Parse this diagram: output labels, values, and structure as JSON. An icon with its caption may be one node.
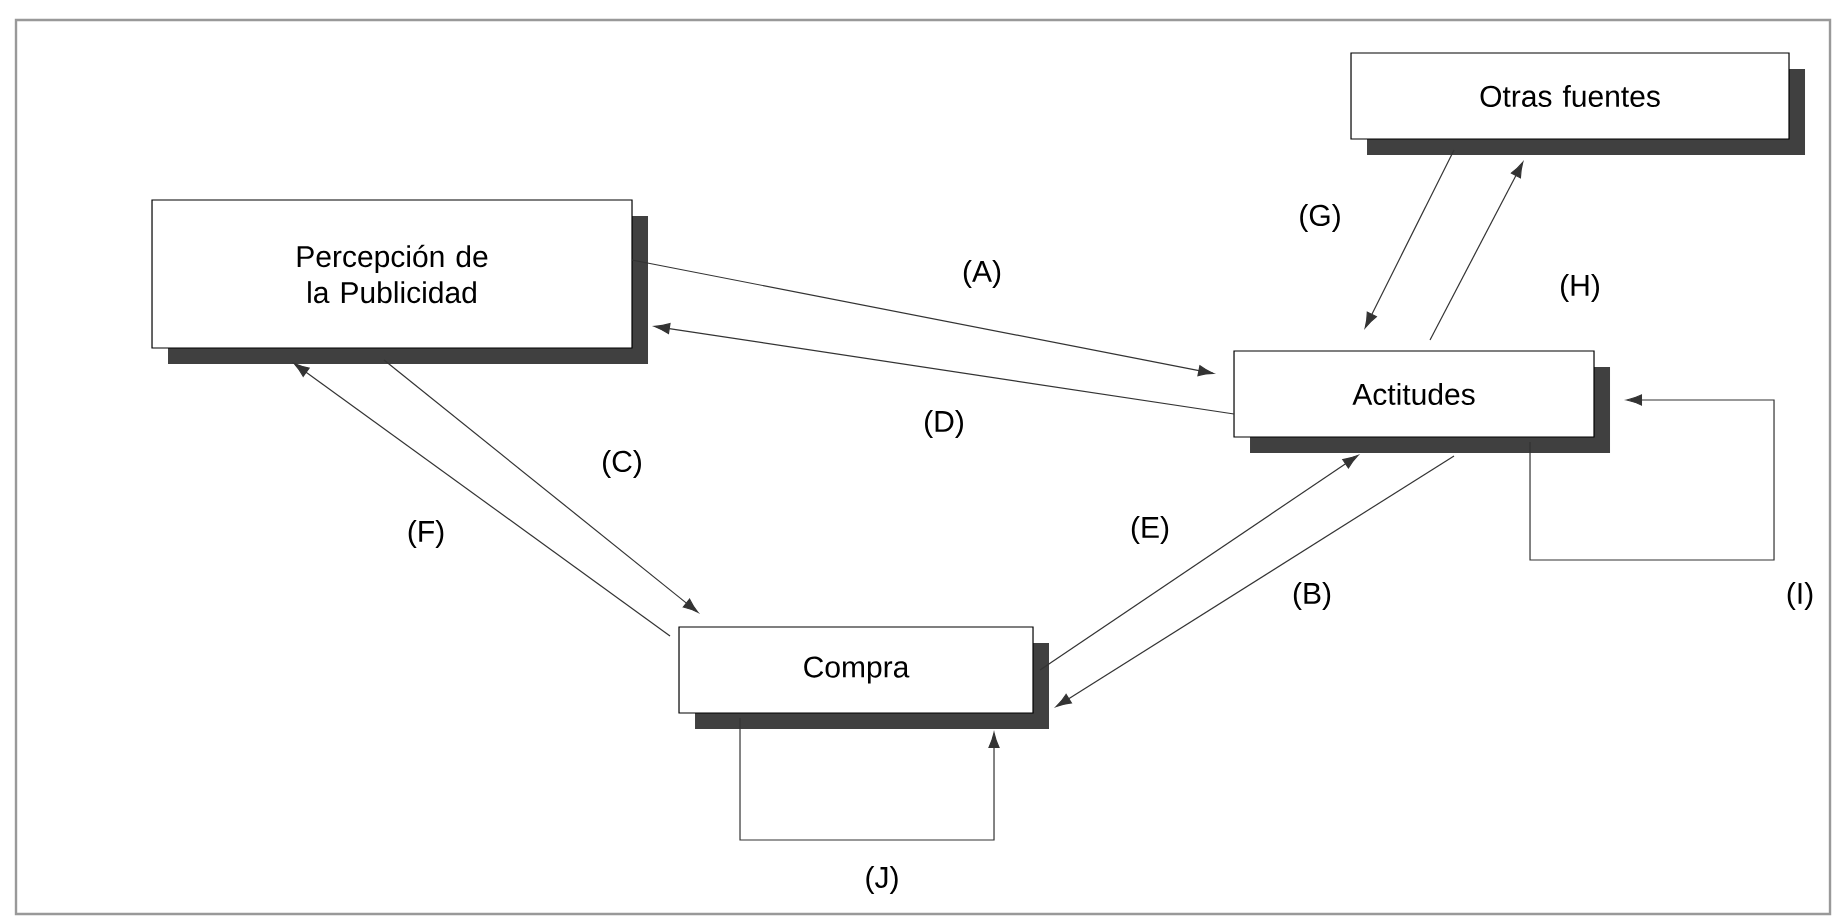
{
  "diagram": {
    "nodes": [
      {
        "text": [
          "Otras fuentes"
        ]
      },
      {
        "text": [
          "Percepción de la Publicidad"
        ]
      },
      {
        "text": [
          "Actitudes"
        ]
      },
      {
        "text": [
          "Compra"
        ]
      }
    ],
    "edges": [
      {
        "from": 1,
        "to": 2,
        "arrow": "to",
        "label": "(A)"
      },
      {
        "from": 2,
        "to": 1,
        "arrow": "to",
        "label": "(D)"
      },
      {
        "from": 0,
        "to": 2,
        "arrow": "to",
        "label": "(G)"
      },
      {
        "from": 2,
        "to": 0,
        "arrow": "to",
        "label": "(H)"
      },
      {
        "from": 1,
        "to": 3,
        "arrow": "to",
        "label": "(C)"
      },
      {
        "from": 3,
        "to": 1,
        "arrow": "to",
        "label": "(F)"
      },
      {
        "from": 3,
        "to": 2,
        "arrow": "to",
        "label": "(E)"
      },
      {
        "from": 2,
        "to": 3,
        "arrow": "to",
        "label": "(B)"
      },
      {
        "from": 2,
        "to": 2,
        "arrow": "to",
        "label": "(I)"
      },
      {
        "from": 3,
        "to": 3,
        "arrow": "to",
        "label": "(J)"
      }
    ]
  }
}
